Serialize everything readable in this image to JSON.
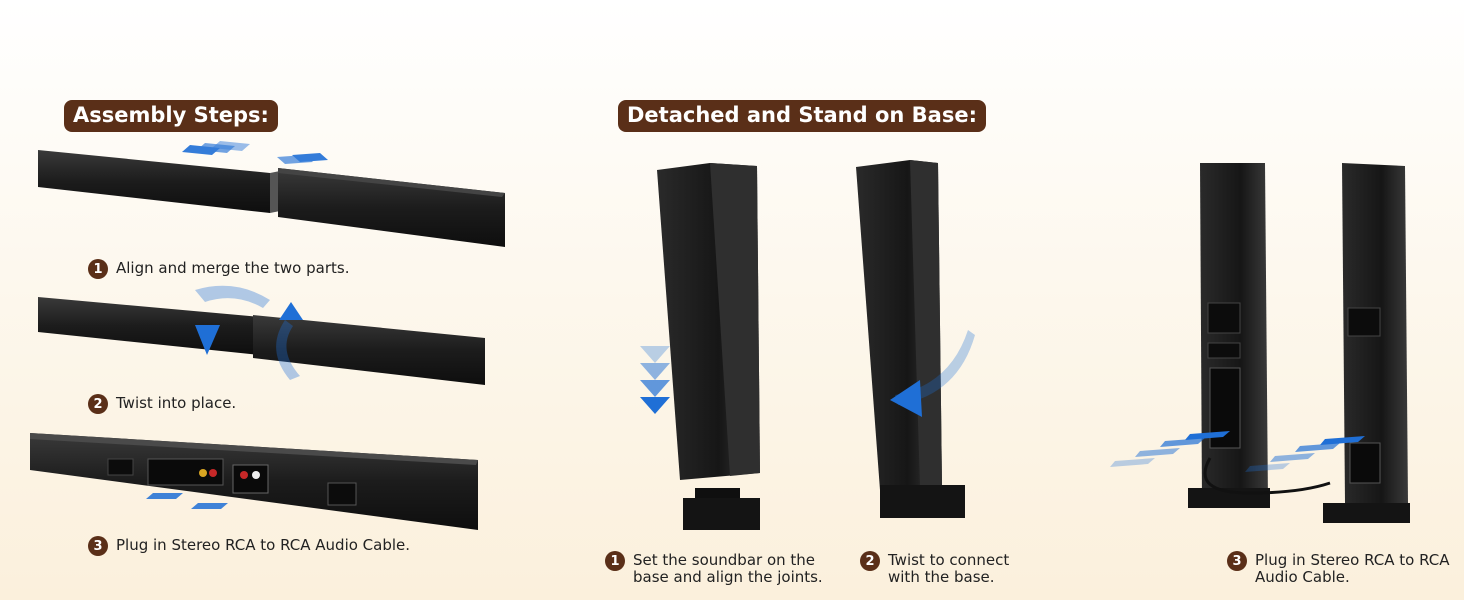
{
  "headings": {
    "assembly": "Assembly Steps:",
    "detached": "Detached and Stand on Base:"
  },
  "assembly_steps": [
    {
      "num": "1",
      "text": "Align and merge the two parts."
    },
    {
      "num": "2",
      "text": "Twist into place."
    },
    {
      "num": "3",
      "text": "Plug in Stereo RCA to RCA Audio Cable."
    }
  ],
  "detached_steps": [
    {
      "num": "1",
      "text": "Set the soundbar on the\nbase and align the joints."
    },
    {
      "num": "2",
      "text": "Twist to connect\nwith the base."
    },
    {
      "num": "3",
      "text": "Plug in Stereo RCA to RCA\nAudio Cable."
    }
  ],
  "colors": {
    "badge": "#5a2f18",
    "arrow": "#1f6fd6",
    "speaker": "#1c1c1c"
  }
}
